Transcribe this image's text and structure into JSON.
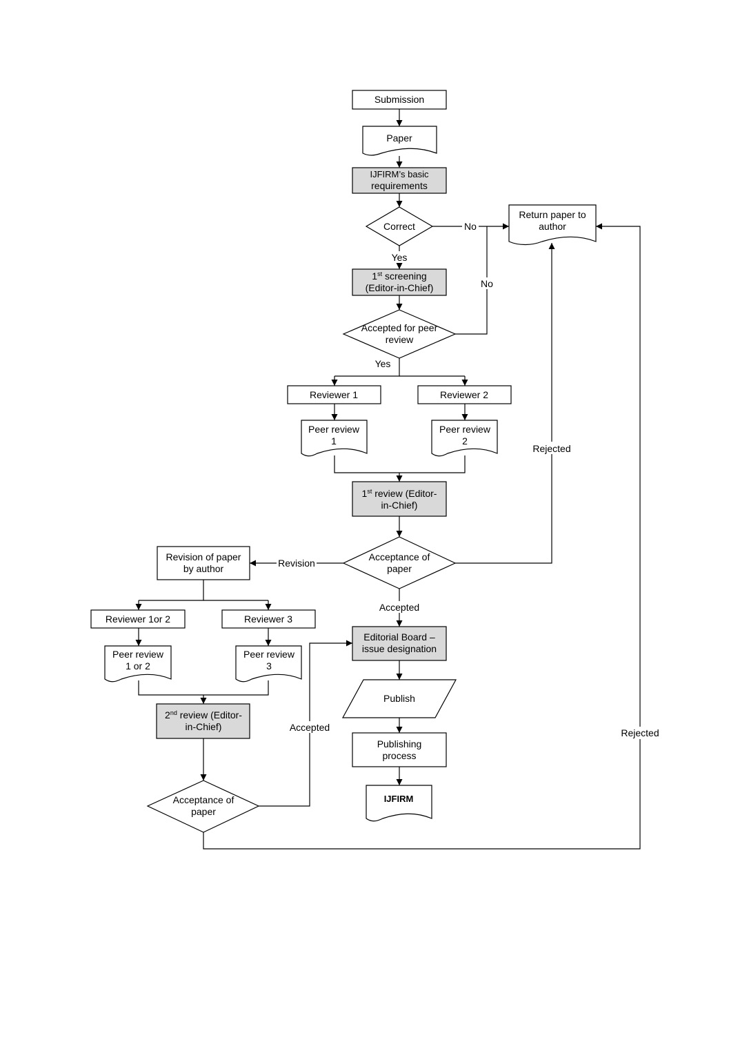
{
  "nodes": {
    "submission": "Submission",
    "paper": "Paper",
    "basic_req_1": "IJFIRM’s   basic",
    "basic_req_2": "requirements",
    "correct": "Correct",
    "return_1": "Return paper to",
    "return_2": "author",
    "screening_1_num": "1",
    "screening_1_sup": "st",
    "screening_1_rest": " screening",
    "screening_2": "(Editor-in-Chief)",
    "accepted_peer_1": "Accepted for peer",
    "accepted_peer_2": "review",
    "reviewer1": "Reviewer 1",
    "reviewer2": "Reviewer 2",
    "peer1_1": "Peer review",
    "peer1_2": "1",
    "peer2_1": "Peer review",
    "peer2_2": "2",
    "review1_num": "1",
    "review1_sup": "st",
    "review1_rest": " review (Editor-",
    "review1_2": "in-Chief)",
    "acceptance1_1": "Acceptance of",
    "acceptance1_2": "paper",
    "revision_1": "Revision of paper",
    "revision_2": "by author",
    "reviewer12": "Reviewer 1or 2",
    "reviewer3": "Reviewer 3",
    "peer12_1": "Peer review",
    "peer12_2": "1 or 2",
    "peer3_1": "Peer review",
    "peer3_2": "3",
    "review2_num": "2",
    "review2_sup": "nd",
    "review2_rest": " review (Editor-",
    "review2_2": "in-Chief)",
    "acceptance2_1": "Acceptance of",
    "acceptance2_2": "paper",
    "editorial_1": "Editorial Board –",
    "editorial_2": "issue designation",
    "publish": "Publish",
    "publishing_1": "Publishing",
    "publishing_2": "process",
    "ijfirm": "IJFIRM"
  },
  "edge_labels": {
    "no_1": "No",
    "no_2": "No",
    "yes_1": "Yes",
    "yes_2": "Yes",
    "rejected_1": "Rejected",
    "revision": "Revision",
    "accepted_1": "Accepted",
    "accepted_2": "Accepted",
    "rejected_2": "Rejected"
  }
}
